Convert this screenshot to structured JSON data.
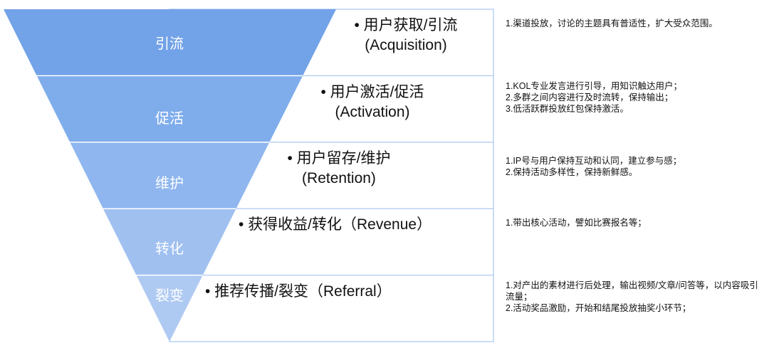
{
  "diagram": {
    "type": "funnel",
    "colors": {
      "border": "#b9d1f3",
      "divider": "#ffffff"
    },
    "stages": [
      {
        "name": "引流",
        "title": "用户获取/引流",
        "subtitle": "(Acquisition)",
        "color": "#72a2e8",
        "description": "1.渠道投放，讨论的主题具有普适性，扩大受众范围。"
      },
      {
        "name": "促活",
        "title": "用户激活/促活",
        "subtitle": "(Activation)",
        "color": "#7fadec",
        "description": "1.KOL专业发言进行引导，用知识触达用户；\n2.多群之间内容进行及时流转，保持输出；\n3.低活跃群投放红包保持激活。"
      },
      {
        "name": "维护",
        "title": "用户留存/维护",
        "subtitle": "(Retention)",
        "color": "#8fb6ee",
        "description": "1.IP号与用户保持互动和认同，建立参与感；\n2.保持活动多样性，保持新鲜感。"
      },
      {
        "name": "转化",
        "title": "获得收益/转化（Revenue）",
        "subtitle": "",
        "color": "#a0c0f0",
        "description": "1.带出核心活动，譬如比赛报名等；"
      },
      {
        "name": "裂变",
        "title": "推荐传播/裂变（Referral）",
        "subtitle": "",
        "color": "#afcaf2",
        "description": "1.对产出的素材进行后处理，输出视频/文章/问答等，以内容吸引流量；\n2.活动奖品激励，开始和结尾投放抽奖小环节；"
      }
    ]
  }
}
